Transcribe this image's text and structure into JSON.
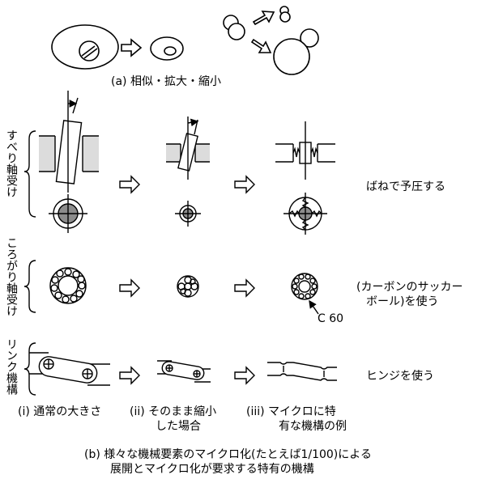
{
  "caption_a": "(a) 相似・拡大・縮小",
  "row_labels": {
    "sliding": "すべり軸受け",
    "rolling": "ころがり軸受け",
    "link": "リンク機構"
  },
  "right_labels": {
    "sliding": "ばねで予圧する",
    "rolling_line1": "(カーボンのサッカー",
    "rolling_line2": "ボール)を使う",
    "link": "ヒンジを使う"
  },
  "c60_label": "C 60",
  "column_labels": {
    "col1": "(i) 通常の大きさ",
    "col2_line1": "(ii) そのまま縮小",
    "col2_line2": "した場合",
    "col3_line1": "(iii) マイクロに特",
    "col3_line2": "有な機構の例"
  },
  "caption_b": {
    "line1": "(b) 様々な機械要素のマイクロ化(たとえば1/100)による",
    "line2": "展開とマイクロ化が要求する特有の機構"
  },
  "colors": {
    "stroke": "#000000",
    "shade": "#dcdcdc",
    "dark": "#8c8c8c"
  }
}
